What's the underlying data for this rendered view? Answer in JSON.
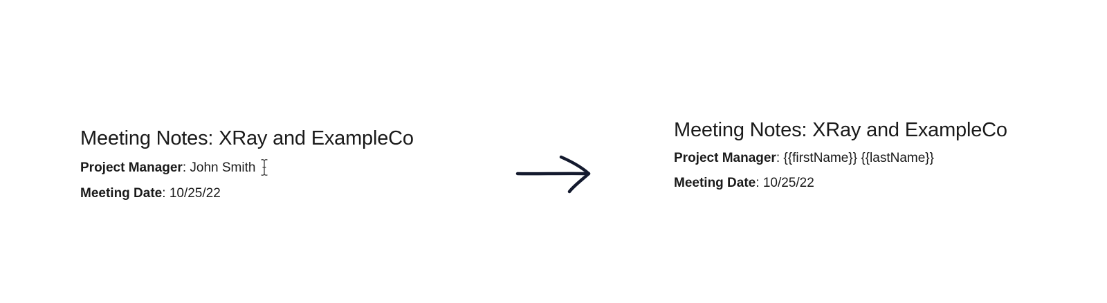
{
  "before": {
    "title": "Meeting Notes: XRay and ExampleCo",
    "project_manager_label": "Project Manager",
    "project_manager_value": "John Smith",
    "meeting_date_label": "Meeting Date",
    "meeting_date_value": "10/25/22"
  },
  "after": {
    "title": "Meeting Notes: XRay and ExampleCo",
    "project_manager_label": "Project Manager",
    "project_manager_value": "{{firstName}} {{lastName}}",
    "meeting_date_label": "Meeting Date",
    "meeting_date_value": "10/25/22"
  },
  "separator": ": ",
  "icons": {
    "cursor": "text-cursor-icon",
    "arrow": "right-arrow-icon"
  },
  "colors": {
    "text": "#1a1a1a",
    "arrow": "#141a2e"
  }
}
